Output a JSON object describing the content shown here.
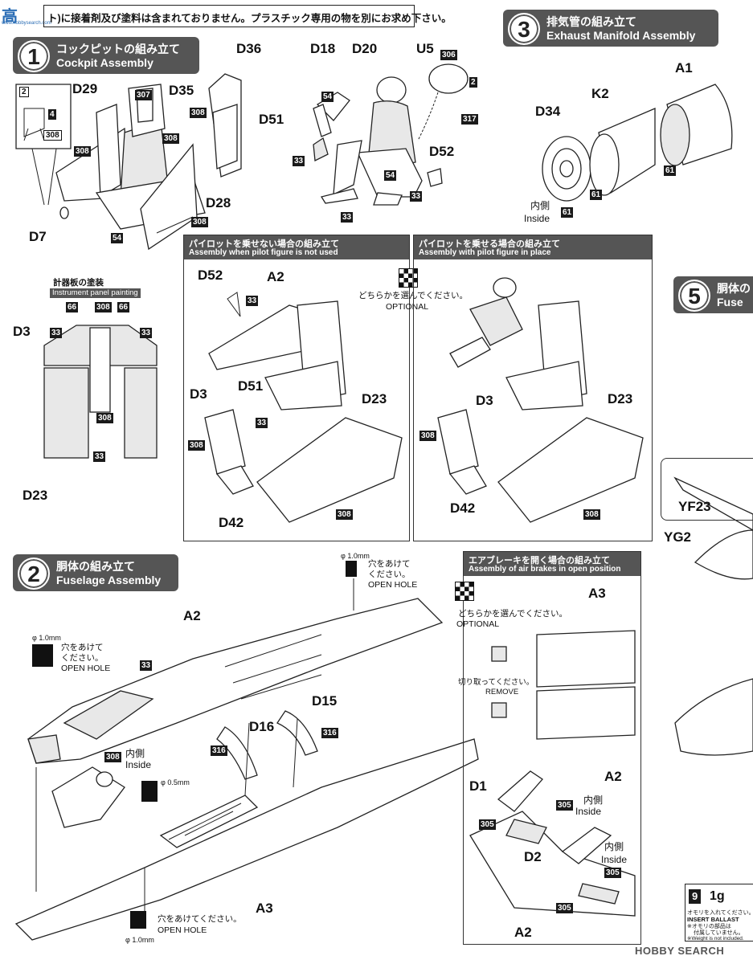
{
  "header": {
    "notice": "ト)に接着剤及び塗料は含まれておりません。プラスチック専用の物を別にお求め下さい。",
    "logo_text": "高",
    "logo_sub": "www.hobbysearch.com"
  },
  "steps": {
    "s1": {
      "num": "1",
      "jp": "コックピットの組み立て",
      "en": "Cockpit Assembly"
    },
    "s2": {
      "num": "2",
      "jp": "胴体の組み立て",
      "en": "Fuselage Assembly"
    },
    "s3": {
      "num": "3",
      "jp": "排気管の組み立て",
      "en": "Exhaust Manifold Assembly"
    },
    "s5": {
      "num": "5",
      "jp": "胴体の",
      "en": "Fuse"
    }
  },
  "panels": {
    "no_pilot": {
      "jp": "パイロットを乗せない場合の組み立て",
      "en": "Assembly when pilot figure is not used"
    },
    "pilot": {
      "jp": "パイロットを乗せる場合の組み立て",
      "en": "Assembly with pilot figure in place"
    },
    "airbrake": {
      "jp": "エアブレーキを開く場合の組み立て",
      "en": "Assembly of air brakes in open position"
    },
    "instrument": {
      "jp": "計器板の塗装",
      "en": "Instrument panel painting"
    }
  },
  "optional": {
    "jp": "どちらかを選んでください。",
    "en": "OPTIONAL"
  },
  "open_hole": {
    "jp": "穴をあけてください。",
    "en": "OPEN HOLE",
    "d10": "φ 1.0mm",
    "d05": "φ 0.5mm",
    "jp1": "穴をあけて",
    "jp2": "ください。"
  },
  "remove": {
    "jp": "切り取ってください。",
    "en": "REMOVE"
  },
  "inside": {
    "jp": "内側",
    "en": "Inside"
  },
  "ballast": {
    "weight": "1g",
    "en": "INSERT BALLAST",
    "jp1": "オモリを入れてください。",
    "jp2": "※オモリの部品は",
    "jp3": "付属していません。",
    "jp4": "※Weight is not included."
  },
  "parts": {
    "D29": "D29",
    "D35": "D35",
    "D36": "D36",
    "D28": "D28",
    "D7": "D7",
    "D18": "D18",
    "D20": "D20",
    "U5": "U5",
    "D51": "D51",
    "D52": "D52",
    "D34": "D34",
    "K2": "K2",
    "A1": "A1",
    "A2": "A2",
    "A3": "A3",
    "D3": "D3",
    "D23": "D23",
    "D42": "D42",
    "D16": "D16",
    "D15": "D15",
    "D1": "D1",
    "D2": "D2",
    "YF23": "YF23",
    "YG2": "YG2"
  },
  "codes": {
    "c2": "2",
    "c4": "4",
    "c33": "33",
    "c54": "54",
    "c61": "61",
    "c66": "66",
    "c305": "305",
    "c306": "306",
    "c307": "307",
    "c308": "308",
    "c316": "316",
    "c317": "317",
    "c9": "9"
  },
  "watermark": "HOBBY SEARCH"
}
